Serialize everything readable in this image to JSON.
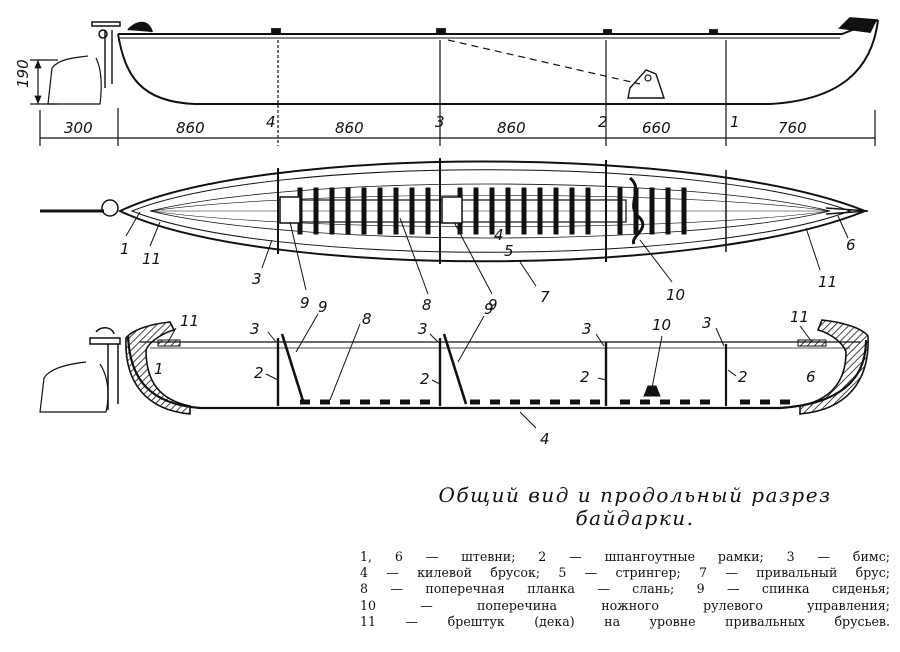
{
  "dimensions": {
    "height": "190",
    "segments": [
      "300",
      "860",
      "860",
      "860",
      "660",
      "760"
    ],
    "frame_marks": [
      "4",
      "3",
      "2",
      "1"
    ]
  },
  "plan_labels": [
    "1",
    "11",
    "3",
    "9",
    "8",
    "4",
    "5",
    "9",
    "7",
    "10",
    "11",
    "6"
  ],
  "section_labels": [
    "11",
    "1",
    "3",
    "9",
    "8",
    "2",
    "3",
    "9",
    "2",
    "3",
    "2",
    "10",
    "3",
    "2",
    "11",
    "6",
    "4"
  ],
  "caption": {
    "line1": "Общий вид и продольный разрез",
    "line2": "байдарки."
  },
  "legend": {
    "line1": "1, 6 — штевни; 2 — шпангоутные рамки; 3 — бимс;",
    "line2": "4 — килевой брусок; 5 — стрингер; 7 — привальный брус;",
    "line3": "8 — поперечная планка — слань; 9 — спинка сиденья;",
    "line4": "10 — поперечина ножного рулевого управления;",
    "line5": "11 — брештук (дека) на уровне привальных брусьев."
  }
}
